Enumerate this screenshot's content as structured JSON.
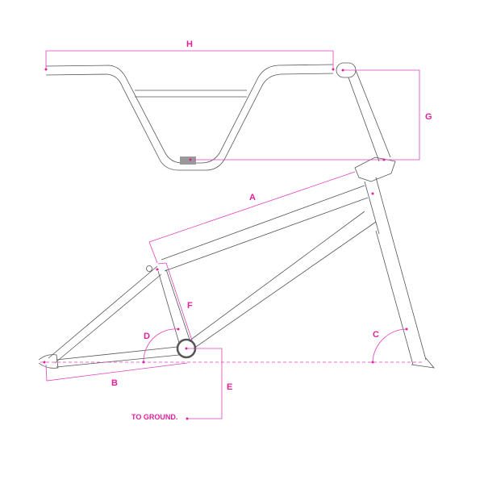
{
  "labels": {
    "A": "A",
    "B": "B",
    "C": "C",
    "D": "D",
    "E": "E",
    "F": "F",
    "G": "G",
    "H": "H",
    "to_ground": "TO GROUND."
  },
  "colors": {
    "dimension": "#e0209c",
    "frame": "#555555"
  }
}
